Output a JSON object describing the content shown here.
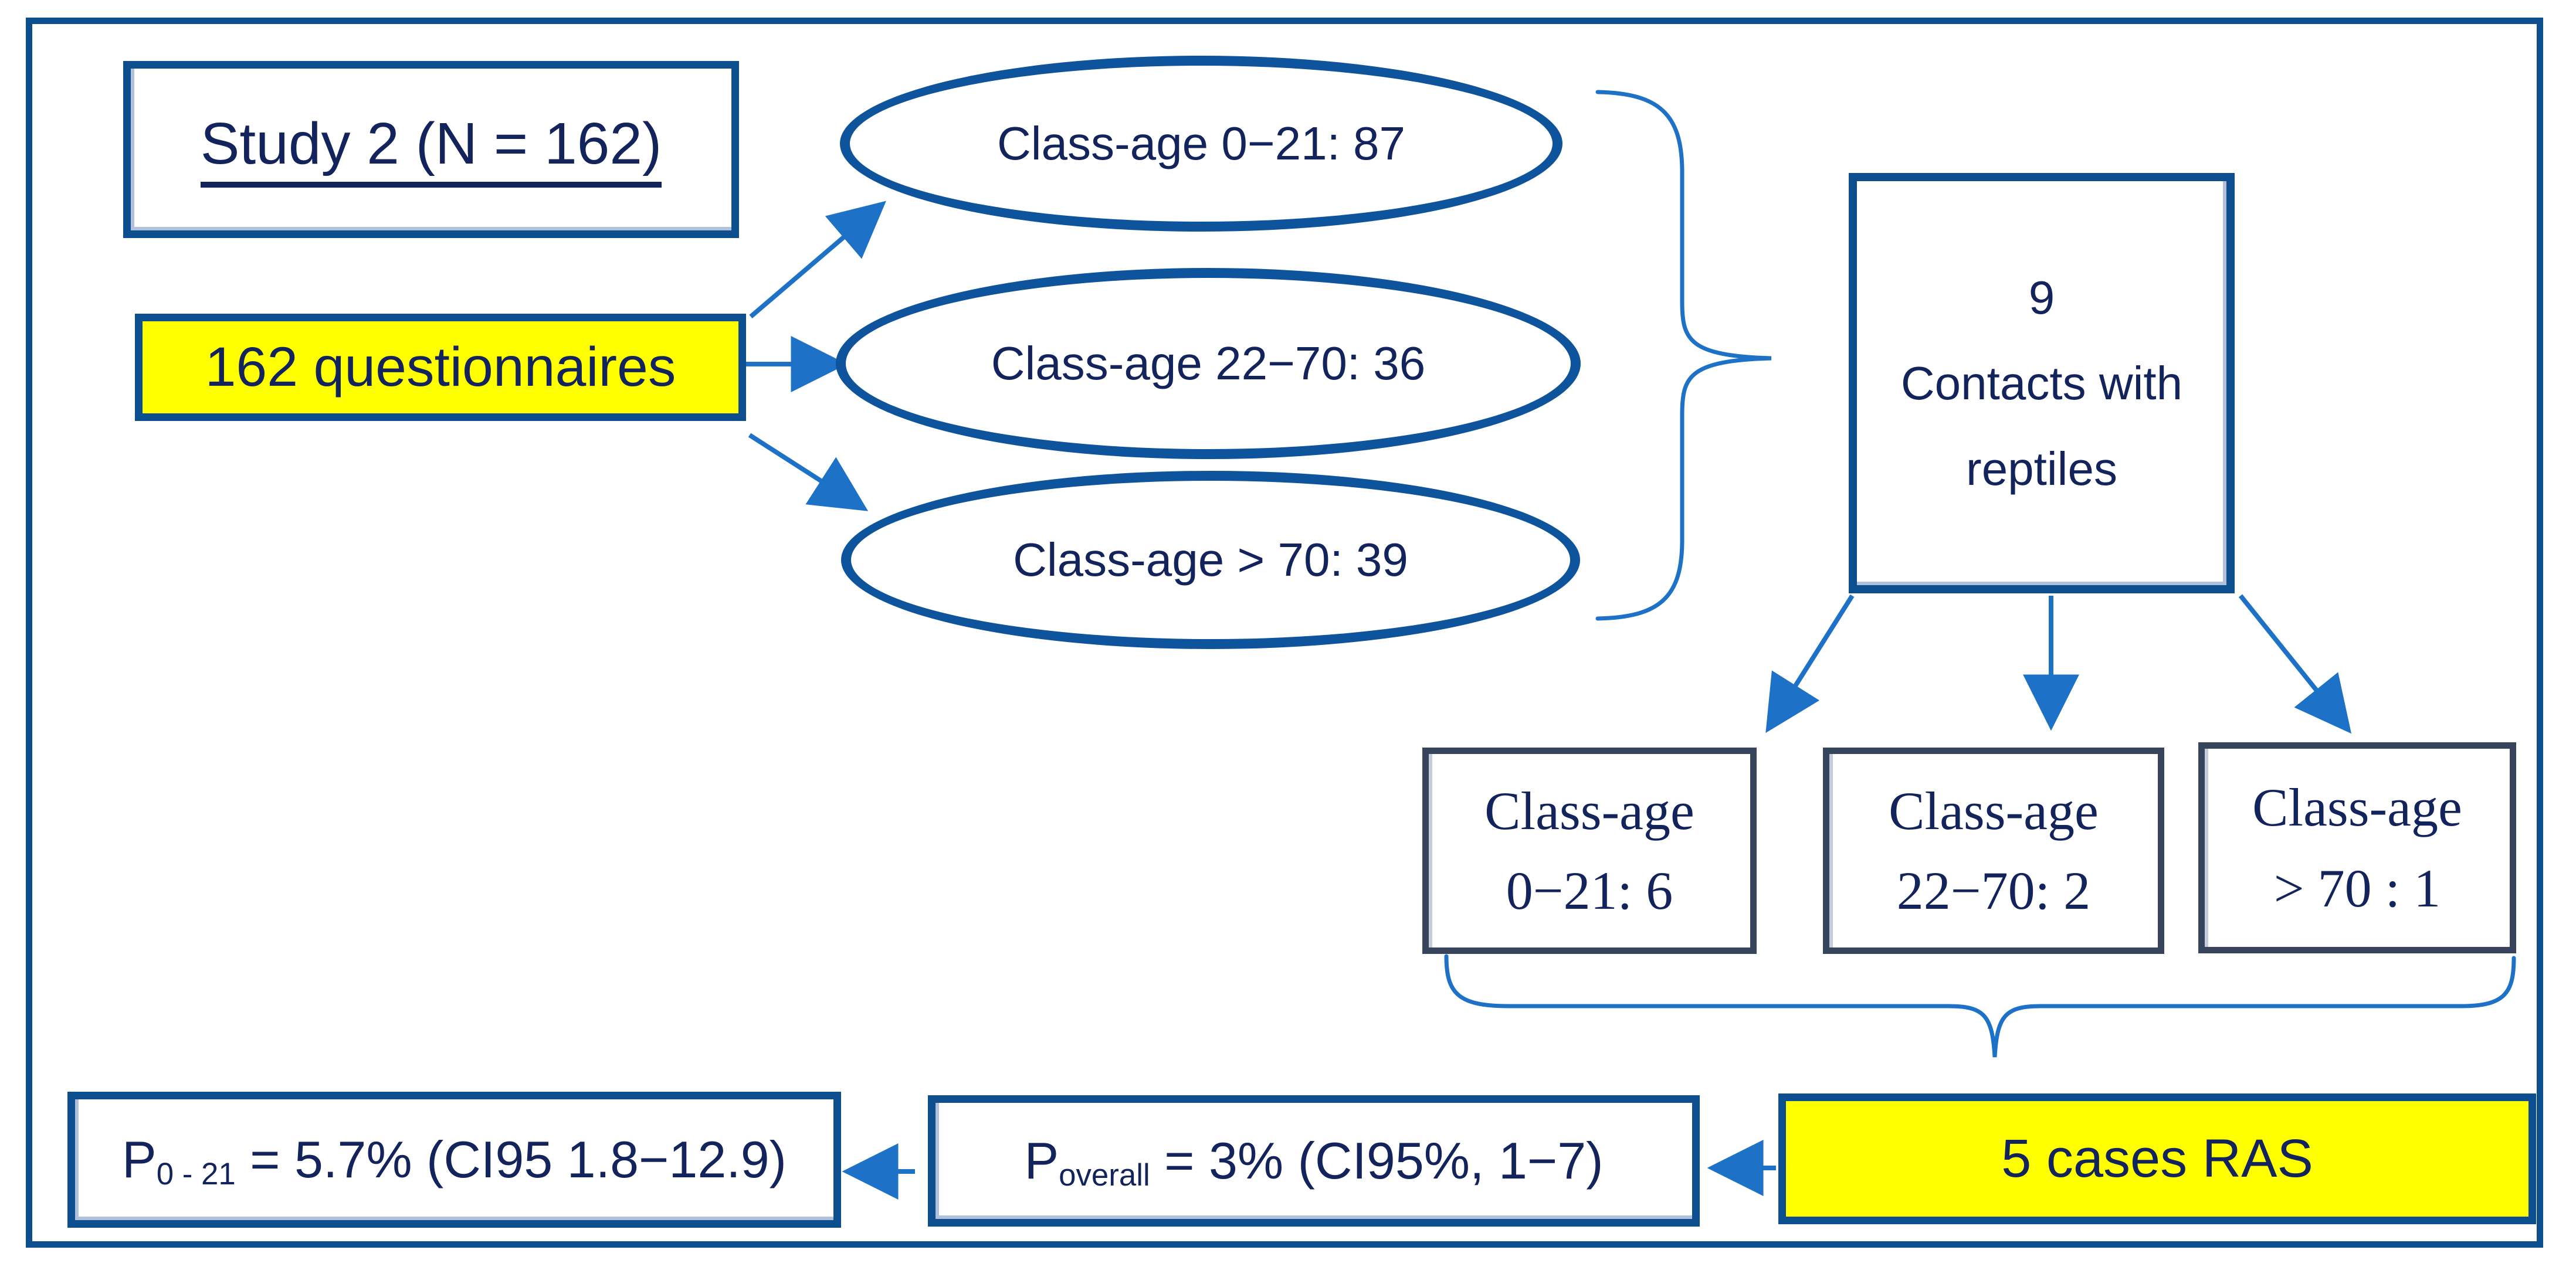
{
  "diagram": {
    "title": "Study 2 (N = 162)",
    "questionnaires": "162 questionnaires",
    "ellipse1": "Class-age 0−21: 87",
    "ellipse2": "Class-age 22−70: 36",
    "ellipse3": "Class-age > 70: 39",
    "contacts": {
      "count": "9",
      "line2": "Contacts with",
      "line3": "reptiles"
    },
    "age_box1": {
      "line1": "Class-age",
      "line2": "0−21: 6"
    },
    "age_box2": {
      "line1": "Class-age",
      "line2": "22−70: 2"
    },
    "age_box3": {
      "line1": "Class-age",
      "line2": "> 70 : 1"
    },
    "ras": "5 cases RAS",
    "p_overall": {
      "p": "P",
      "sub": "overall",
      "value": " = 3% (CI95%, 1−7)"
    },
    "p_0_21": {
      "p": "P",
      "sub": "0 - 21",
      "value": " = 5.7% (CI95 1.8−12.9)"
    },
    "colors": {
      "border_blue": "#0C4E8E",
      "ellipse_blue": "#0E549D",
      "arrow_blue": "#1D72C7",
      "age_box_border": "#36455C",
      "text_navy": "#13235B",
      "highlight_yellow": "#FFFF00"
    }
  }
}
